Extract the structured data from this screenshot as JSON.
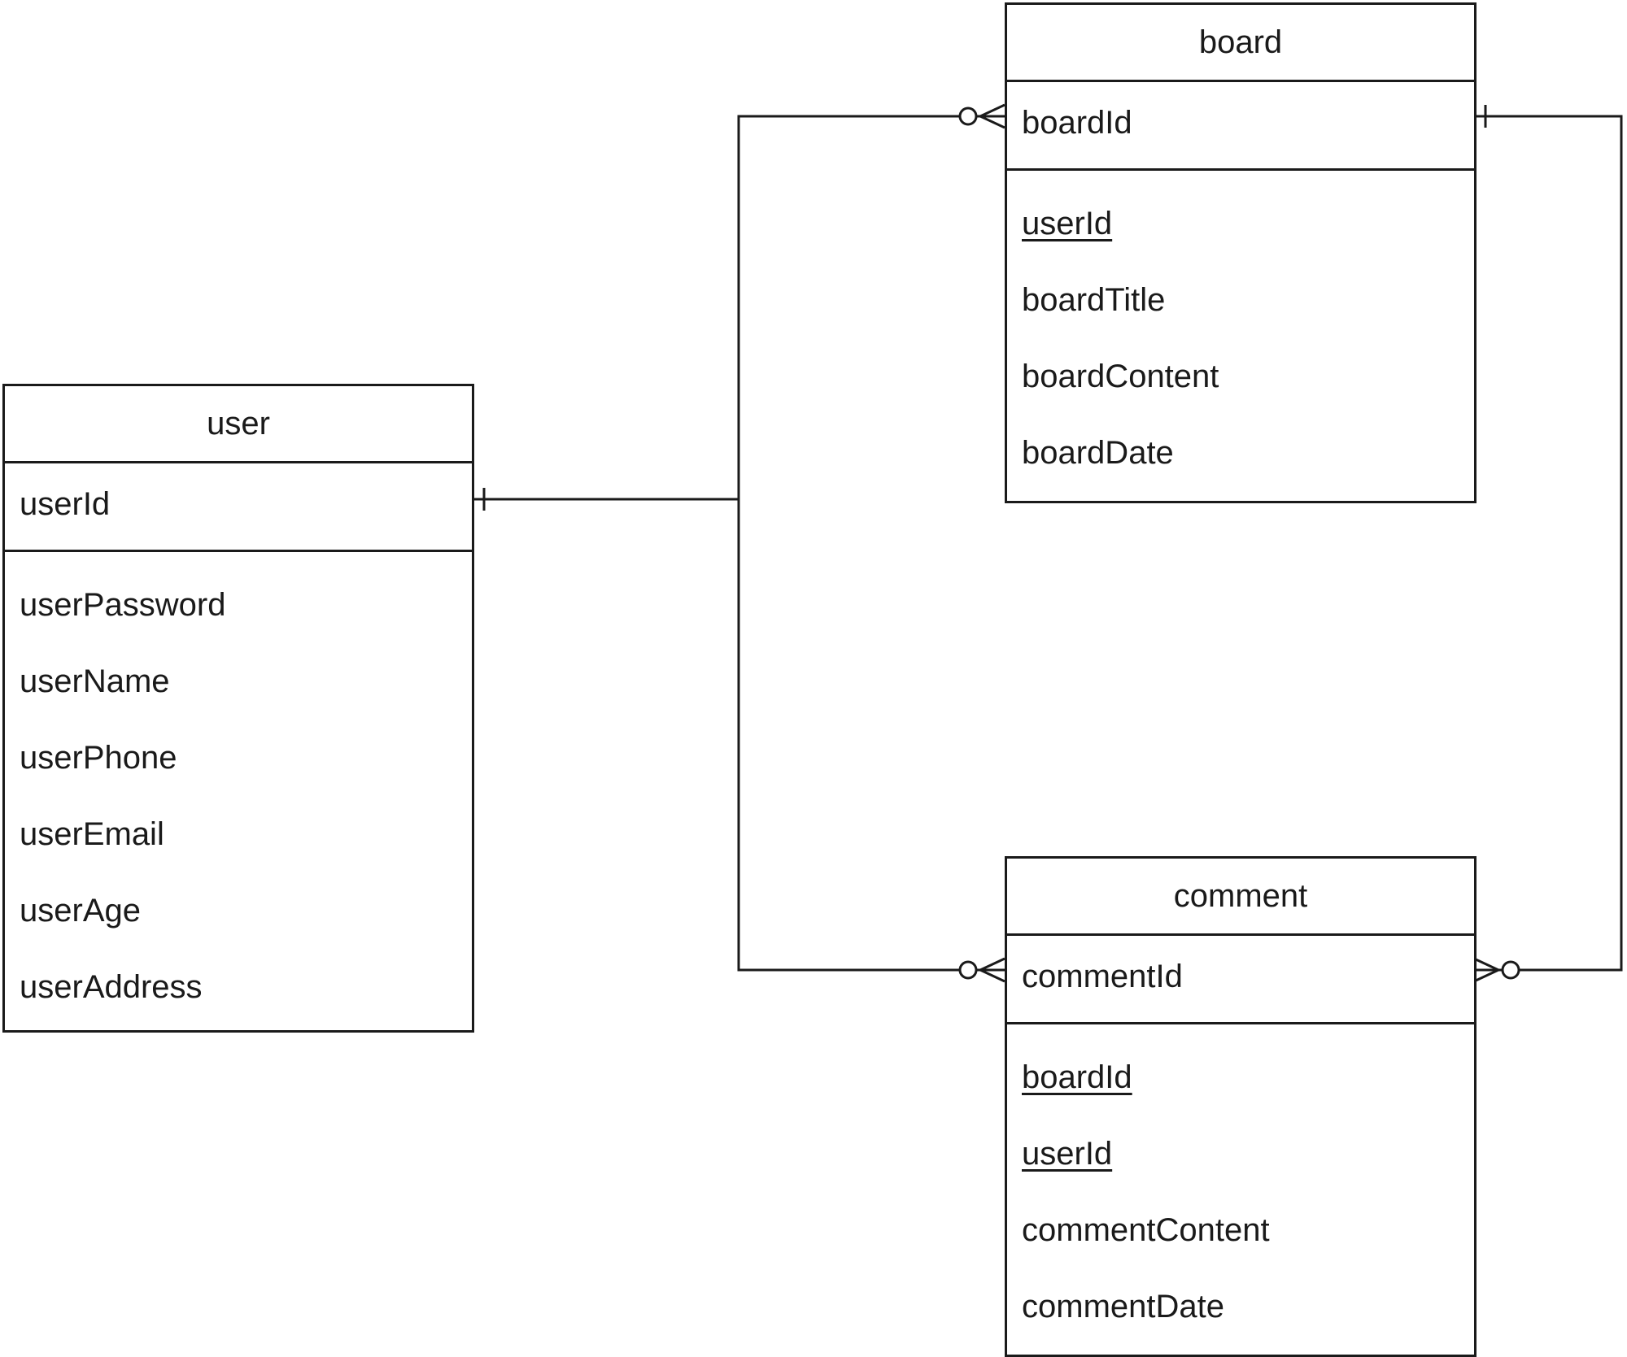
{
  "diagram": {
    "entities": {
      "user": {
        "name": "user",
        "primary_key": "userId",
        "fields": [
          {
            "name": "userPassword",
            "fk": false
          },
          {
            "name": "userName",
            "fk": false
          },
          {
            "name": "userPhone",
            "fk": false
          },
          {
            "name": "userEmail",
            "fk": false
          },
          {
            "name": "userAge",
            "fk": false
          },
          {
            "name": "userAddress",
            "fk": false
          }
        ]
      },
      "board": {
        "name": "board",
        "primary_key": "boardId",
        "fields": [
          {
            "name": "userId",
            "fk": true
          },
          {
            "name": "boardTitle",
            "fk": false
          },
          {
            "name": "boardContent",
            "fk": false
          },
          {
            "name": "boardDate",
            "fk": false
          }
        ]
      },
      "comment": {
        "name": "comment",
        "primary_key": "commentId",
        "fields": [
          {
            "name": "boardId",
            "fk": true
          },
          {
            "name": "userId",
            "fk": true
          },
          {
            "name": "commentContent",
            "fk": false
          },
          {
            "name": "commentDate",
            "fk": false
          }
        ]
      }
    },
    "relationships": [
      {
        "from": "user",
        "to": "board",
        "from_cardinality": "one",
        "to_cardinality": "zero-or-many"
      },
      {
        "from": "user",
        "to": "comment",
        "from_cardinality": "one",
        "to_cardinality": "zero-or-many"
      },
      {
        "from": "board",
        "to": "comment",
        "from_cardinality": "one",
        "to_cardinality": "zero-or-many"
      }
    ],
    "colors": {
      "line": "#1a1a1a",
      "background": "#ffffff"
    }
  }
}
